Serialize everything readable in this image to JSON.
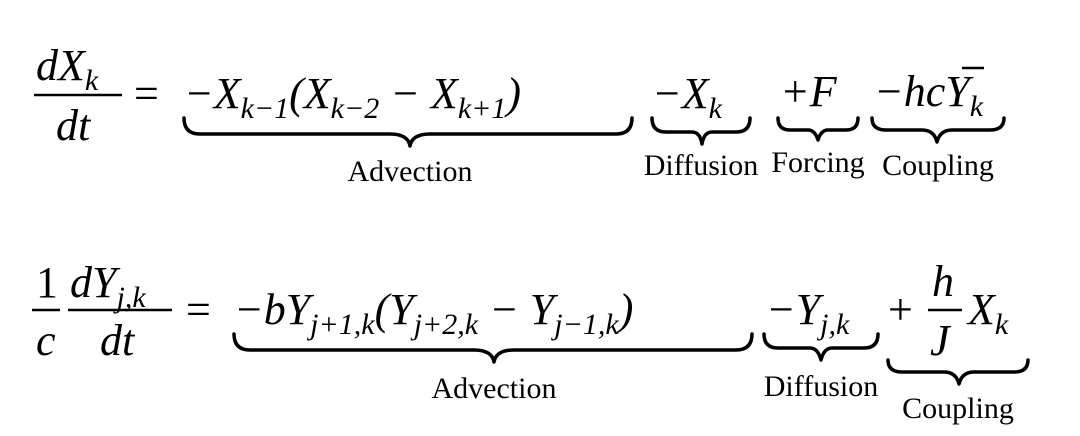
{
  "equations": [
    {
      "lhs": {
        "numerator_symbol": "dX",
        "numerator_subscript": "k",
        "denominator": "dt"
      },
      "equals": "=",
      "terms": [
        {
          "pieces": [
            "−X",
            "k−1",
            "(X",
            "k−2",
            " − X",
            "k+1",
            ")"
          ],
          "label": "Advection"
        },
        {
          "pieces": [
            "−X",
            "k"
          ],
          "label": "Diffusion"
        },
        {
          "pieces": [
            "+F"
          ],
          "label": "Forcing"
        },
        {
          "pieces": [
            "−hc",
            "Y",
            "k"
          ],
          "label": "Coupling"
        }
      ]
    },
    {
      "lhs": {
        "coef_numerator": "1",
        "coef_denominator": "c",
        "numerator_symbol": "dY",
        "numerator_subscript": "j,k",
        "denominator": "dt"
      },
      "equals": "=",
      "terms": [
        {
          "pieces": [
            "−bY",
            "j+1,k",
            "(Y",
            "j+2,k",
            " − Y",
            "j−1,k",
            ")"
          ],
          "label": "Advection"
        },
        {
          "pieces": [
            "−Y",
            "j,k"
          ],
          "label": "Diffusion"
        },
        {
          "pieces": [
            "+",
            "h",
            "J",
            "X",
            "k"
          ],
          "label": "Coupling"
        }
      ]
    }
  ]
}
